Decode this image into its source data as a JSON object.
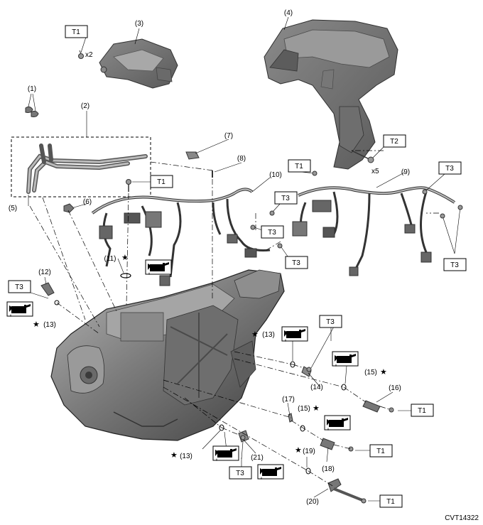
{
  "diagram_code": "CVT14322",
  "callouts": {
    "c1": "(1)",
    "c2": "(2)",
    "c3": "(3)",
    "c4": "(4)",
    "c5": "(5)",
    "c6": "(6)",
    "c7": "(7)",
    "c8": "(8)",
    "c9": "(9)",
    "c10": "(10)",
    "c11": "(11)",
    "c12": "(12)",
    "c13": "(13)",
    "c14": "(14)",
    "c15": "(15)",
    "c16": "(16)",
    "c17": "(17)",
    "c18": "(18)",
    "c19": "(19)",
    "c20": "(20)",
    "c21": "(21)"
  },
  "torque": {
    "t1": "T1",
    "t2": "T2",
    "t3": "T3"
  },
  "qty": {
    "x2": "x2",
    "x5": "x5"
  },
  "star": "★"
}
